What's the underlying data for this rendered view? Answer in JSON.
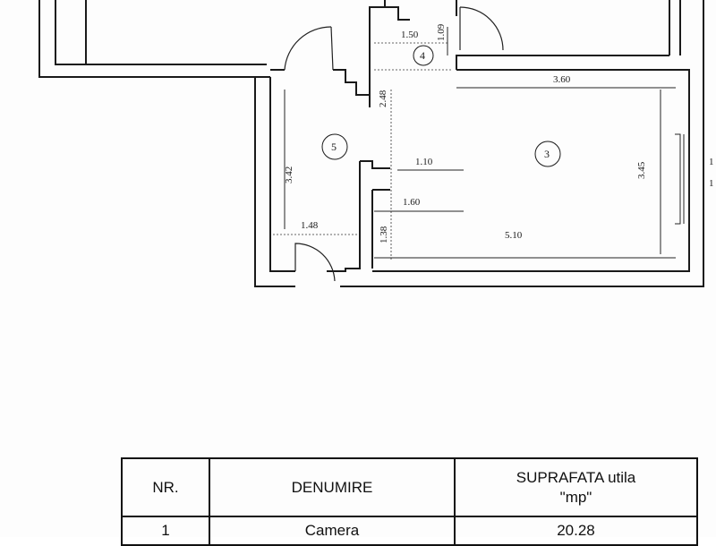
{
  "plan": {
    "rooms": [
      {
        "id": "3",
        "label": "3"
      },
      {
        "id": "4",
        "label": "4"
      },
      {
        "id": "5",
        "label": "5"
      }
    ],
    "dimensions": {
      "d150": "1.50",
      "d109": "1.09",
      "d360": "3.60",
      "d248": "2.48",
      "d342": "3.42",
      "d110": "1.10",
      "d345": "3.45",
      "d160": "1.60",
      "d148": "1.48",
      "d138": "1.38",
      "d510": "5.10",
      "edge1": "1",
      "edge2": "1"
    }
  },
  "table": {
    "headers": {
      "nr": "NR.",
      "denumire": "DENUMIRE",
      "suprafata_line1": "SUPRAFATA utila",
      "suprafata_line2": "\"mp\""
    },
    "rows": [
      {
        "nr": "1",
        "denumire": "Camera",
        "suprafata": "20.28"
      }
    ]
  }
}
